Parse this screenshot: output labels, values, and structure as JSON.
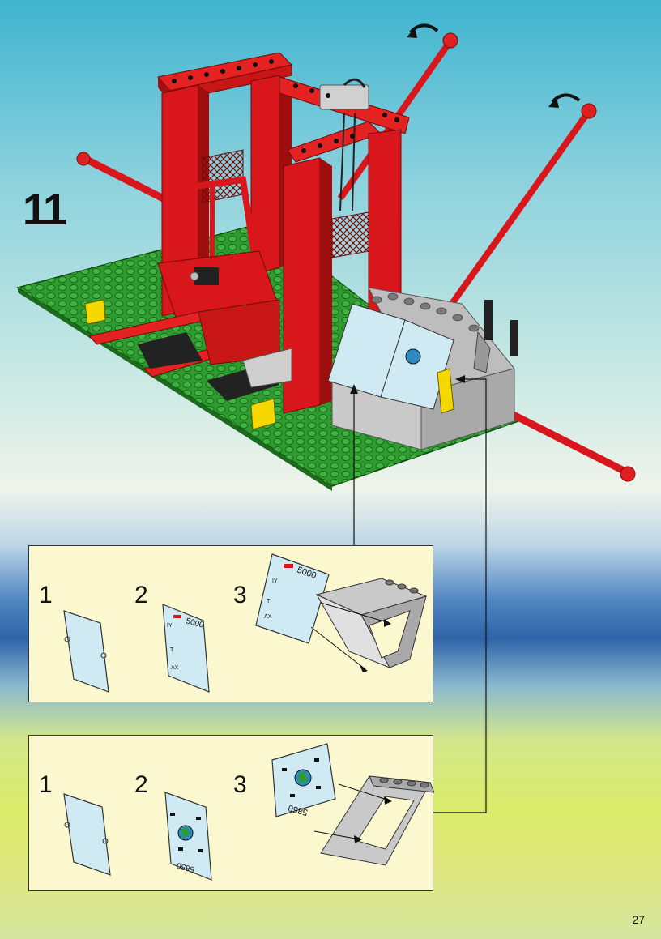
{
  "step": {
    "number": "11"
  },
  "panels": [
    {
      "steps": [
        {
          "number": "1"
        },
        {
          "number": "2"
        },
        {
          "number": "3"
        }
      ],
      "window_print": {
        "number_readout": "5000",
        "side_labels": [
          "IY",
          "T",
          "AX"
        ]
      }
    },
    {
      "steps": [
        {
          "number": "1"
        },
        {
          "number": "2"
        },
        {
          "number": "3"
        }
      ],
      "window_print": {
        "number_readout": "5850"
      }
    }
  ],
  "page": {
    "number": "27"
  },
  "colors": {
    "brick_red": "#d8161b",
    "baseplate_green": "#2f9a2f",
    "light_gray": "#c9c9c9",
    "trans_clear": "#cfeaf3",
    "yellow": "#f5d800",
    "panel_fill": "#fbf8cf"
  }
}
